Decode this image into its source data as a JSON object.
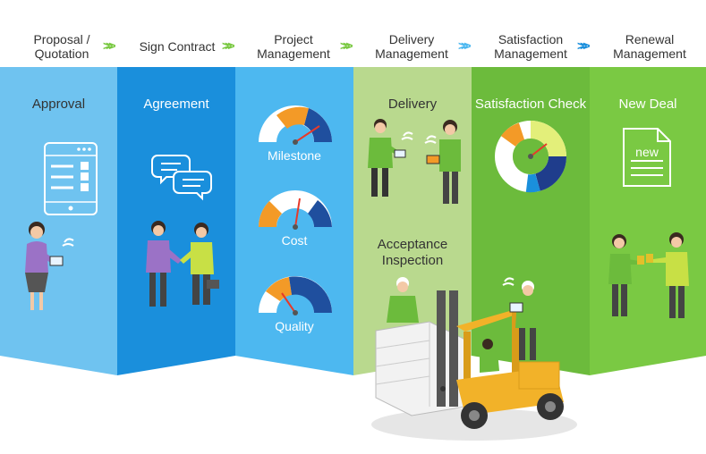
{
  "steps": [
    {
      "label": "Proposal /\nQuotation"
    },
    {
      "label": "Sign Contract"
    },
    {
      "label": "Project\nManagement"
    },
    {
      "label": "Delivery\nManagement"
    },
    {
      "label": "Satisfaction\nManagement"
    },
    {
      "label": "Renewal\nManagement"
    }
  ],
  "panels": {
    "approval": "Approval",
    "agreement": "Agreement",
    "delivery": "Delivery",
    "acceptance": "Acceptance\nInspection",
    "satisfaction": "Satisfaction Check",
    "newdeal": "New Deal"
  },
  "gauges": {
    "milestone": "Milestone",
    "cost": "Cost",
    "quality": "Quality"
  },
  "document_text": "new",
  "colors": {
    "approval": "#6fc3f0",
    "agreement": "#1a8fdc",
    "project": "#4db8f0",
    "delivery": "#b9d98e",
    "satisfaction": "#6cbb3c",
    "newdeal": "#7ac943",
    "orange": "#f39a27",
    "navy": "#1f4f9e",
    "forklift": "#f2b229"
  }
}
